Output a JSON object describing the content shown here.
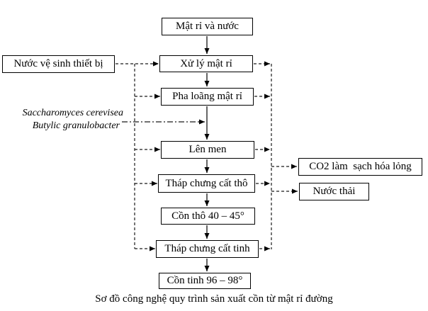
{
  "diagram": {
    "caption": "Sơ đồ công nghệ quy trình sản xuất cồn từ mật rỉ đường",
    "nodes": {
      "source": "Mật rỉ và nước",
      "cleaning_water": "Nước vệ sinh thiết bị",
      "treatment": "Xử lý mật rỉ",
      "dilution": "Pha loãng mật rỉ",
      "fermentation": "Lên men",
      "crude_tower": "Tháp chưng cất thô",
      "co2": "CO2 làm  sạch hóa lỏng",
      "waste_water": "Nước thải",
      "crude_alcohol": "Cồn thô 40 – 45°",
      "fine_tower": "Tháp chưng cất tinh",
      "fine_alcohol": "Cồn tinh 96 – 98°"
    },
    "microbes": {
      "line1": "Saccharomyces cerevisea",
      "line2": "Butylic granulobacter"
    },
    "colors": {
      "line": "#3f3f3f",
      "dashed_line": "#1a1a1a",
      "box_border": "#000000",
      "background": "#ffffff"
    }
  }
}
